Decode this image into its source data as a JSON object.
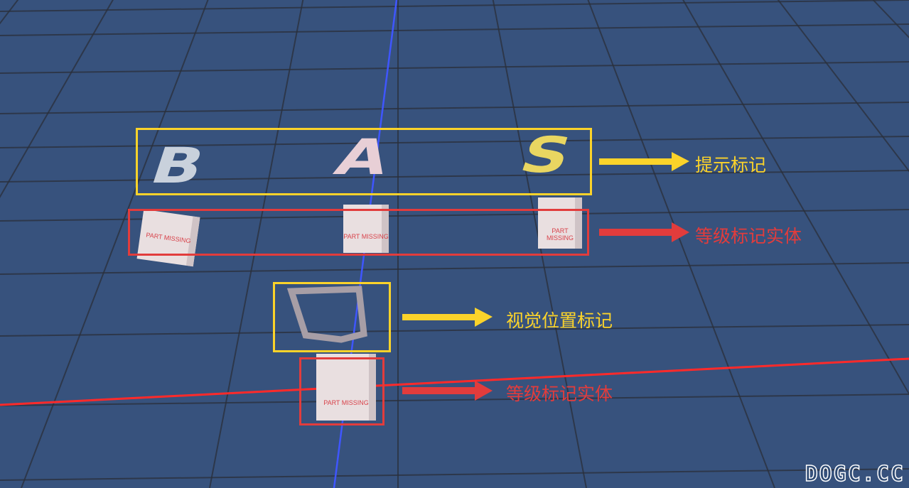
{
  "scene": {
    "background_color": "#37527d",
    "grid_color": "#2a2f3a",
    "axis_colors": {
      "vertical": "#3f56ff",
      "horizontal": "#ff2a2a"
    },
    "hint_letters": [
      "B",
      "A",
      "S"
    ],
    "hint_letter_colors": [
      "#c9d1dc",
      "#e8cfd6",
      "#e9d661"
    ],
    "cube_text": "PART MISSING"
  },
  "annotations": {
    "hint_marker": {
      "label": "提示标记",
      "color": "#fbd32a"
    },
    "grade_entity_1": {
      "label": "等级标记实体",
      "color": "#e23c3c"
    },
    "visual_position": {
      "label": "视觉位置标记",
      "color": "#fbd32a"
    },
    "grade_entity_2": {
      "label": "等级标记实体",
      "color": "#e23c3c"
    }
  },
  "watermark": "DOGC.CC"
}
